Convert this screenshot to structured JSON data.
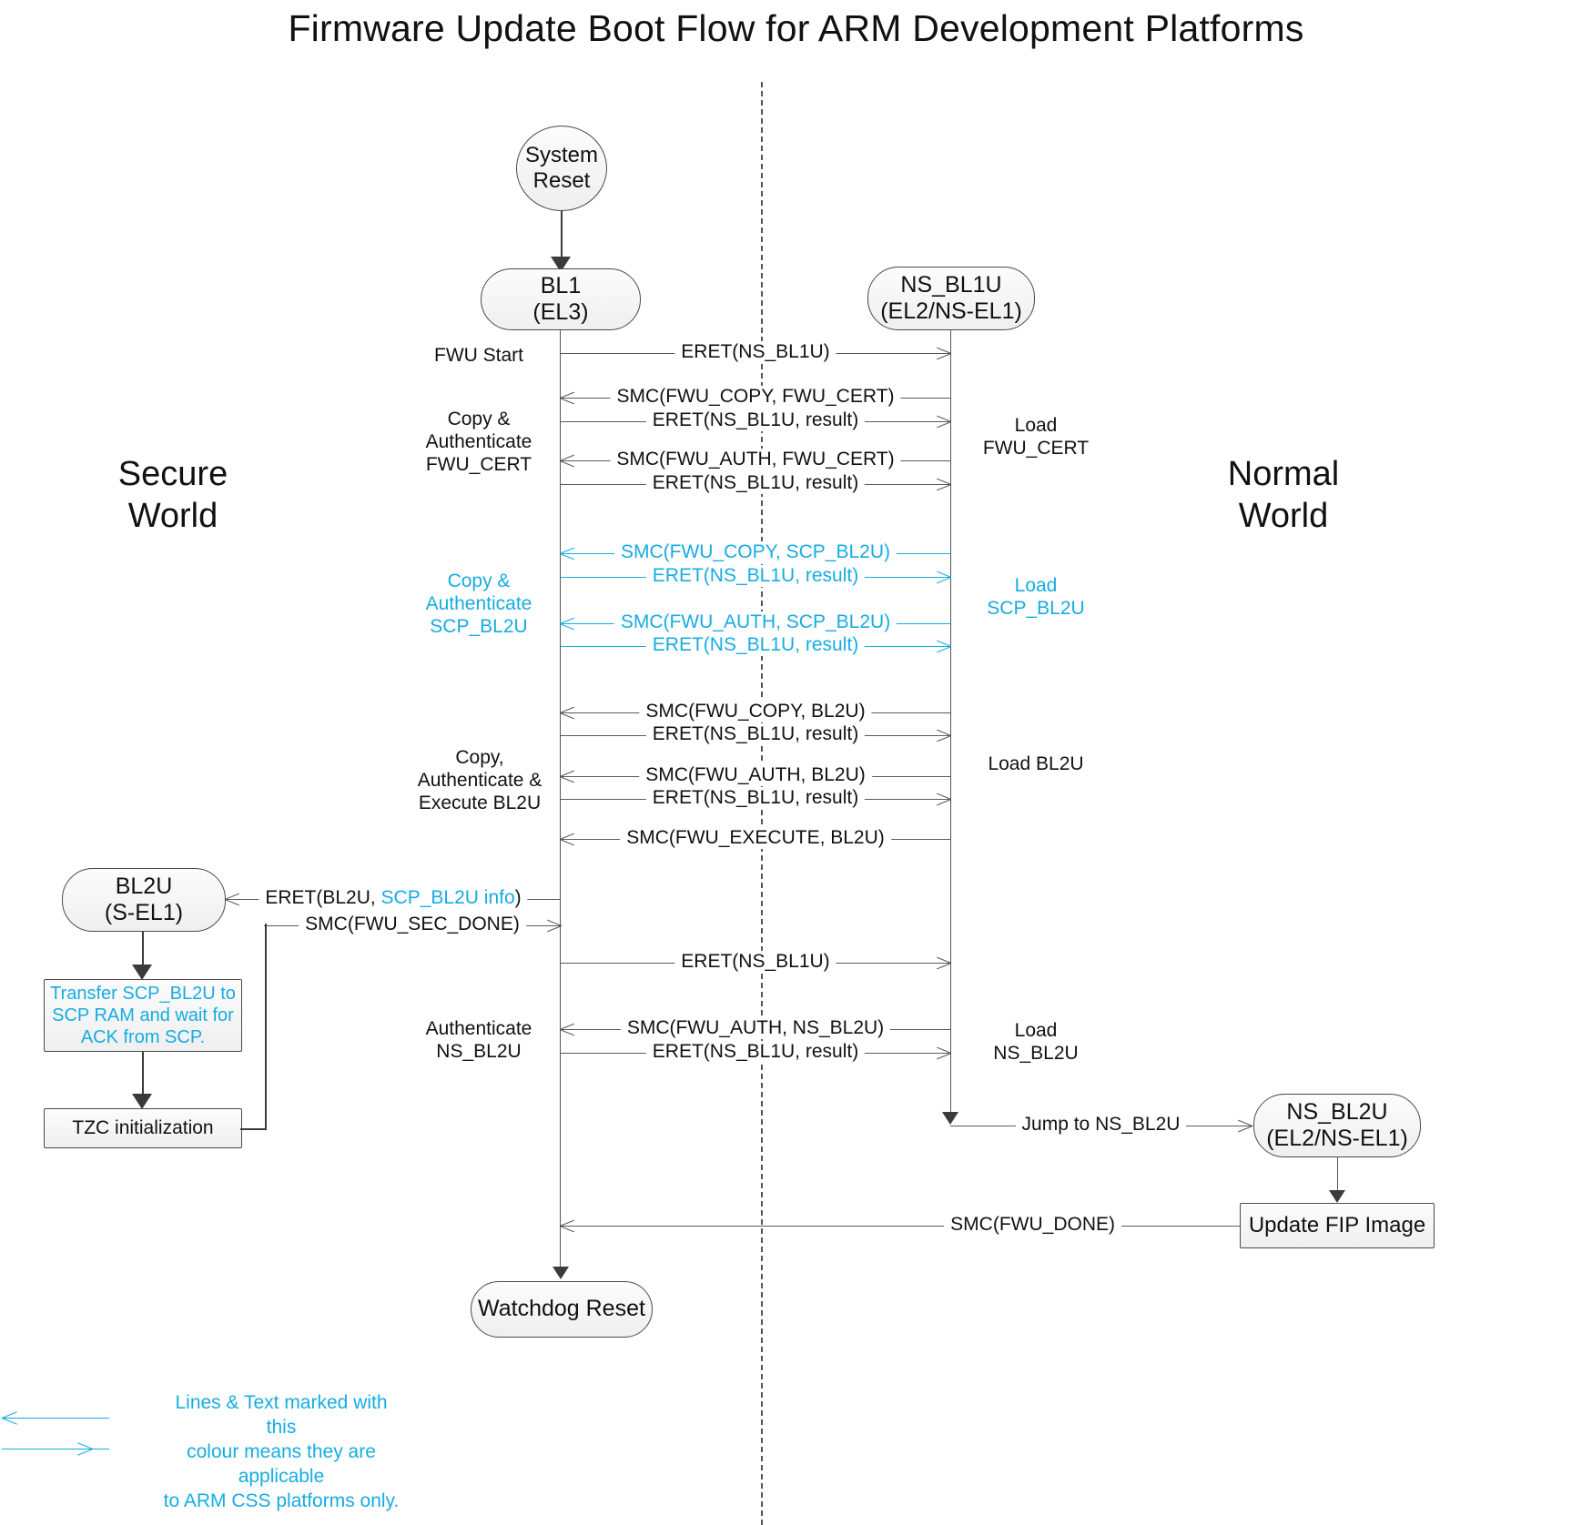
{
  "title": "Firmware Update Boot Flow for ARM Development Platforms",
  "colors": {
    "css_cyan": "#16ACE3",
    "text_black": "#111111",
    "line_gray": "#5a5a5a",
    "node_fill": "#f4f4f4"
  },
  "worlds": {
    "secure": "Secure\nWorld",
    "normal": "Normal\nWorld"
  },
  "nodes": {
    "system_reset": "System\nReset",
    "bl1": "BL1\n(EL3)",
    "ns_bl1u": "NS_BL1U\n(EL2/NS-EL1)",
    "bl2u": "BL2U\n(S-EL1)",
    "transfer_scp": "Transfer SCP_BL2U to\nSCP RAM and wait for\nACK from SCP.",
    "tzc_init": "TZC initialization",
    "ns_bl2u": "NS_BL2U\n(EL2/NS-EL1)",
    "update_fip": "Update FIP Image",
    "watchdog_reset": "Watchdog Reset"
  },
  "messages": [
    {
      "label": "ERET(NS_BL1U)",
      "dir": "right",
      "cyan": false
    },
    {
      "label": "SMC(FWU_COPY, FWU_CERT)",
      "dir": "left",
      "cyan": false
    },
    {
      "label": "ERET(NS_BL1U, result)",
      "dir": "right",
      "cyan": false
    },
    {
      "label": "SMC(FWU_AUTH, FWU_CERT)",
      "dir": "left",
      "cyan": false
    },
    {
      "label": "ERET(NS_BL1U, result)",
      "dir": "right",
      "cyan": false
    },
    {
      "label": "SMC(FWU_COPY, SCP_BL2U)",
      "dir": "left",
      "cyan": true
    },
    {
      "label": "ERET(NS_BL1U, result)",
      "dir": "right",
      "cyan": true
    },
    {
      "label": "SMC(FWU_AUTH, SCP_BL2U)",
      "dir": "left",
      "cyan": true
    },
    {
      "label": "ERET(NS_BL1U, result)",
      "dir": "right",
      "cyan": true
    },
    {
      "label": "SMC(FWU_COPY, BL2U)",
      "dir": "left",
      "cyan": false
    },
    {
      "label": "ERET(NS_BL1U, result)",
      "dir": "right",
      "cyan": false
    },
    {
      "label": "SMC(FWU_AUTH, BL2U)",
      "dir": "left",
      "cyan": false
    },
    {
      "label": "ERET(NS_BL1U, result)",
      "dir": "right",
      "cyan": false
    },
    {
      "label": "SMC(FWU_EXECUTE, BL2U)",
      "dir": "left",
      "cyan": false
    },
    {
      "label": "ERET(NS_BL1U)",
      "dir": "right",
      "cyan": false
    },
    {
      "label": "SMC(FWU_AUTH, NS_BL2U)",
      "dir": "left",
      "cyan": false
    },
    {
      "label": "ERET(NS_BL1U, result)",
      "dir": "right",
      "cyan": false
    }
  ],
  "side_messages": {
    "eret_bl2u_prefix": "ERET(BL2U, ",
    "eret_bl2u_cyan": "SCP_BL2U info",
    "eret_bl2u_suffix": ")",
    "smc_fwu_sec_done": "SMC(FWU_SEC_DONE)",
    "jump_to_ns_bl2u": "Jump to NS_BL2U",
    "smc_fwu_done": "SMC(FWU_DONE)"
  },
  "left_notes": {
    "fwu_start": "FWU Start",
    "copy_auth_fwu_cert": "Copy &\nAuthenticate\nFWU_CERT",
    "copy_auth_scp_bl2u": "Copy &\nAuthenticate\nSCP_BL2U",
    "copy_auth_exec_bl2u": "Copy,\nAuthenticate &\nExecute BL2U",
    "authenticate_ns_bl2u": "Authenticate\nNS_BL2U"
  },
  "right_notes": {
    "load_fwu_cert": "Load\nFWU_CERT",
    "load_scp_bl2u": "Load\nSCP_BL2U",
    "load_bl2u": "Load BL2U",
    "load_ns_bl2u": "Load\nNS_BL2U"
  },
  "legend": {
    "text": "Lines & Text marked with this\ncolour means they are applicable\nto ARM CSS platforms only."
  }
}
